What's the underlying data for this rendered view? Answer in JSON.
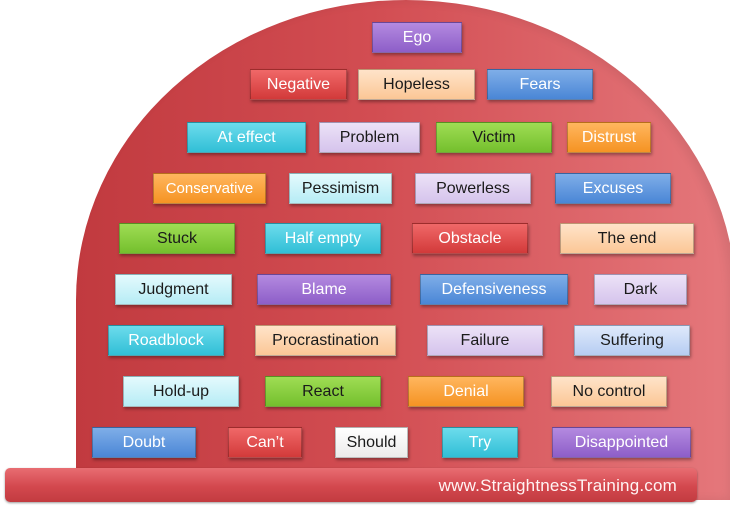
{
  "colors": {
    "dome": "#c9373c",
    "violet": "#9b6dd0",
    "lavender": "#e1d4f2",
    "red": "#e04b4b",
    "peach": "#fdd4ae",
    "blue": "#5a93dc",
    "cyan": "#3fcadd",
    "green": "#84cc3a",
    "orange": "#f8a23b",
    "ice": "#c8f2f8",
    "sky": "#c9dbf6"
  },
  "rows": [
    [
      "Ego"
    ],
    [
      "Negative",
      "Hopeless",
      "Fears"
    ],
    [
      "At effect",
      "Problem",
      "Victim",
      "Distrust"
    ],
    [
      "Conservative",
      "Pessimism",
      "Powerless",
      "Excuses"
    ],
    [
      "Stuck",
      "Half empty",
      "Obstacle",
      "The end"
    ],
    [
      "Judgment",
      "Blame",
      "Defensiveness",
      "Dark"
    ],
    [
      "Roadblock",
      "Procrastination",
      "Failure",
      "Suffering"
    ],
    [
      "Hold-up",
      "React",
      "Denial",
      "No control"
    ],
    [
      "Doubt",
      "Can’t",
      "Should",
      "Try",
      "Disappointed"
    ]
  ],
  "website": "www.StraightnessTraining.com"
}
